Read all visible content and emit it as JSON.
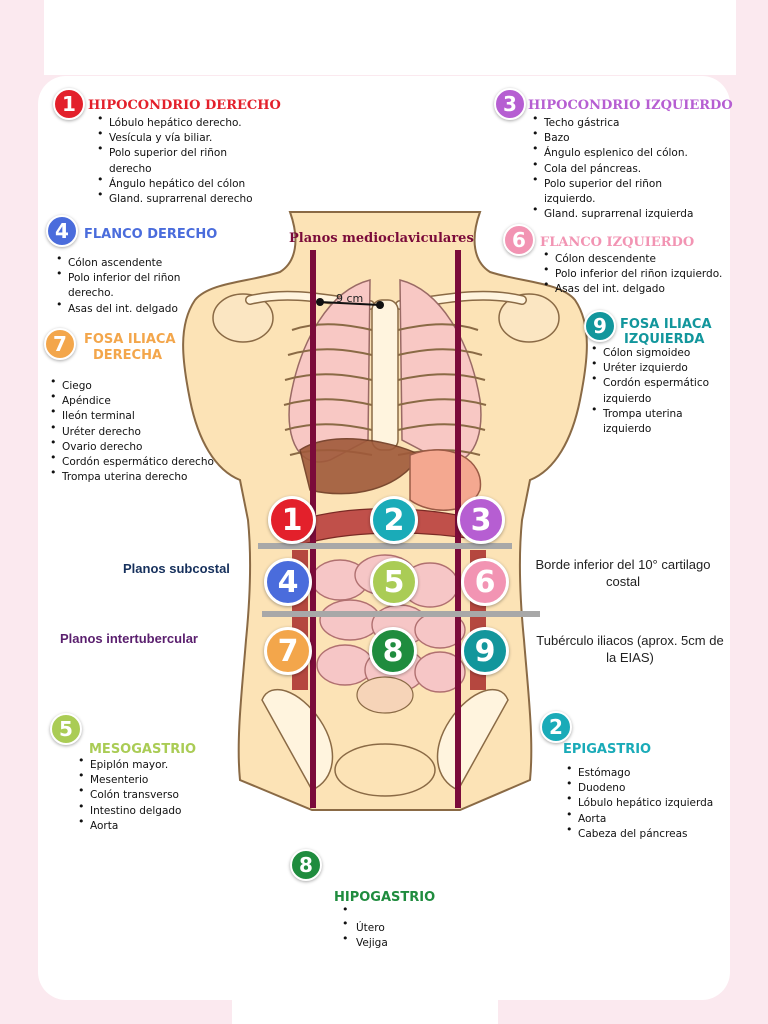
{
  "colors": {
    "r1": "#e3202b",
    "r2": "#1aabb8",
    "r3": "#b65ed2",
    "r4": "#4a6cdc",
    "r5": "#aacc55",
    "r6": "#f294b3",
    "r7": "#f3a64b",
    "r8": "#1f8c3e",
    "r9": "#12969c",
    "plane_line": "#7b0b3a"
  },
  "regions": {
    "r1": {
      "num": "1",
      "title": "HIPOCONDRIO DERECHO",
      "items": [
        "Lóbulo hepático derecho.",
        "Vesícula y vía biliar.",
        "Polo superior del riñon",
        "Ángulo hepático del cólon",
        "Gland. suprarrenal derecho"
      ],
      "cont": "derecho"
    },
    "r3": {
      "num": "3",
      "title": "HIPOCONDRIO IZQUIERDO",
      "items": [
        "Techo gástrica",
        "Bazo",
        "Ángulo esplenico del cólon.",
        "Cola del páncreas.",
        "Polo superior del riñon",
        "Gland. suprarrenal izquierda"
      ],
      "cont": "izquierdo."
    },
    "r4": {
      "num": "4",
      "title": "FLANCO DERECHO",
      "items": [
        "Cólon ascendente",
        "Polo inferior del riñon",
        "Asas del int. delgado"
      ],
      "cont": "derecho."
    },
    "r6": {
      "num": "6",
      "title": "FLANCO IZQUIERDO",
      "items": [
        "Cólon descendente",
        "Polo inferior del riñon izquierdo.",
        "Asas del int. delgado"
      ]
    },
    "r7": {
      "num": "7",
      "title1": "FOSA ILIACA",
      "title2": "DERECHA",
      "items": [
        "Ciego",
        "Apéndice",
        "Ileón terminal",
        "Uréter derecho",
        "Ovario derecho",
        "Cordón espermático derecho",
        "Trompa uterina derecho"
      ]
    },
    "r9": {
      "num": "9",
      "title1": "FOSA ILIACA",
      "title2": "IZQUIERDA",
      "items": [
        "Cólon sigmoideo",
        "Uréter izquierdo",
        "Cordón espermático",
        "Trompa uterina"
      ],
      "cont1": "izquierdo",
      "cont2": "izquierdo"
    },
    "r5": {
      "num": "5",
      "title": "MESOGASTRIO",
      "items": [
        "Epiplón mayor.",
        "Mesenterio",
        "Colón transverso",
        "Intestino delgado",
        "Aorta"
      ]
    },
    "r2": {
      "num": "2",
      "title": "EPIGASTRIO",
      "items": [
        "Estómago",
        "Duodeno",
        "Lóbulo hepático izquierda",
        "Aorta",
        "Cabeza del páncreas"
      ]
    },
    "r8": {
      "num": "8",
      "title": "HIPOGASTRIO",
      "items": [
        "Útero",
        "Vejiga"
      ]
    }
  },
  "planes": {
    "medioclavicular": "Planos medioclaviculares",
    "subcostal": "Planos subcostal",
    "intertubercular": "Planos intertubercular",
    "distance": "9 cm",
    "subcostal_note": "Borde inferior del 10° cartilago costal",
    "intertubercular_note": "Tubérculo iliacos (aprox. 5cm de la EIAS)"
  }
}
